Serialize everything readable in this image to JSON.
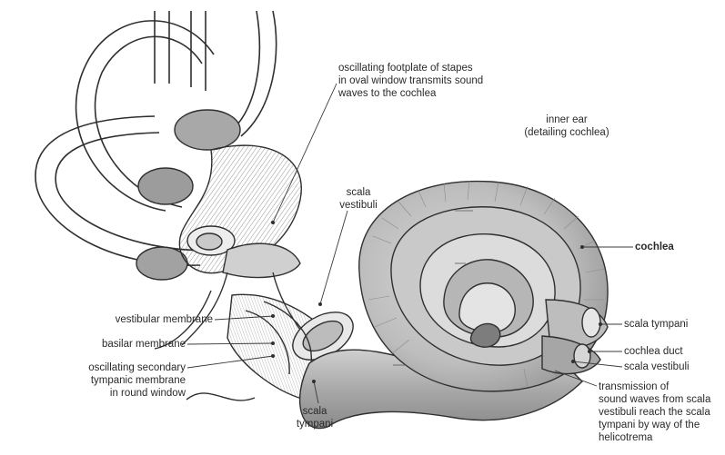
{
  "figure": {
    "title_lines": [
      "inner ear",
      "(detailing cochlea)"
    ],
    "labels": {
      "stapes": [
        "oscillating footplate of stapes",
        "in oval window transmits sound",
        "waves to the cochlea"
      ],
      "scala_vestibuli_top": [
        "scala",
        "vestibuli"
      ],
      "cochlea": "cochlea",
      "vestibular_membrane": "vestibular membrane",
      "basilar_membrane": "basilar membrane",
      "round_window": [
        "oscillating secondary",
        "tympanic membrane",
        "in round window"
      ],
      "scala_tympani_bottom": [
        "scala",
        "tympani"
      ],
      "scala_tympani_right": "scala tympani",
      "cochlea_duct": "cochlea duct",
      "scala_vestibuli_right": "scala vestibuli",
      "transmission": [
        "transmission of",
        "sound waves from scala",
        "vestibuli reach the scala",
        "tympani by way of the",
        "helicotrema"
      ]
    }
  },
  "colors": {
    "ink": "#2f2f2f",
    "fill_light": "#e2e2e2",
    "fill_mid": "#b8b8b8",
    "fill_dark": "#8e8e8e",
    "text": "#2a2a2a"
  }
}
